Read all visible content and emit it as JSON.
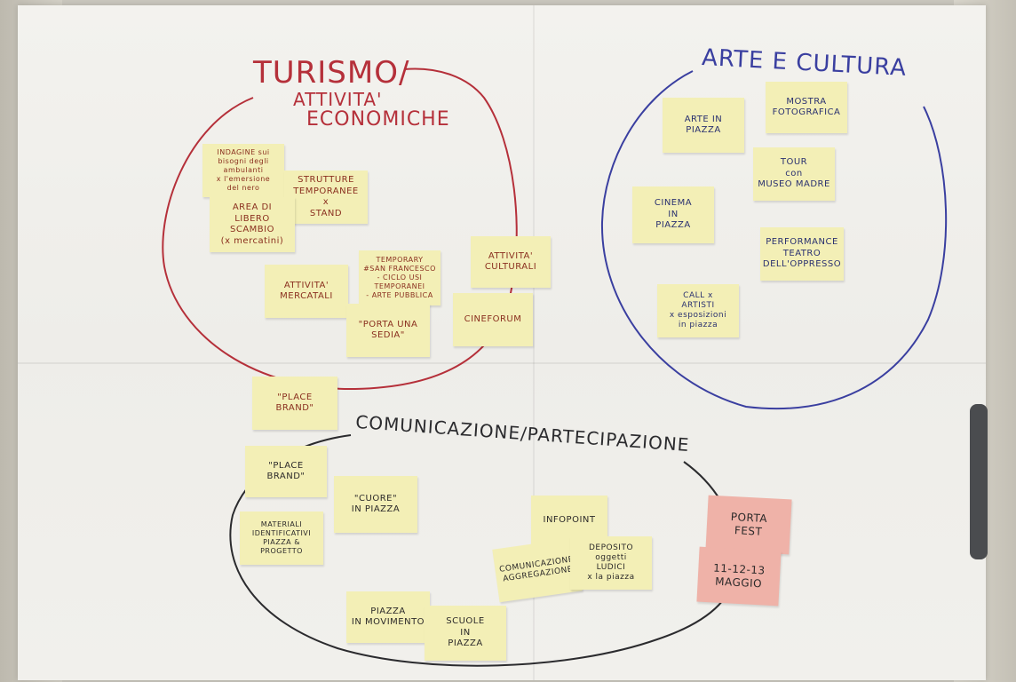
{
  "headings": {
    "turismo": "TURISMO/",
    "attivita": "ATTIVITA'",
    "economiche": "ECONOMICHE",
    "arte_cultura": "ARTE E CULTURA",
    "comunicazione": "COMUNICAZIONE/PARTECIPAZIONE"
  },
  "notes": {
    "indagine": "INDAGINE sui\nbisogni degli\nambulanti\nx l'emersione\ndel nero",
    "strutture": "STRUTTURE\nTEMPORANEE\nx\nSTAND",
    "area_libero": "AREA DI\nLIBERO\nSCAMBIO\n(x mercatini)",
    "attivita_mercatali": "ATTIVITA'\nMERCATALI",
    "temporary": "TEMPORARY\n#SAN FRANCESCO\n- CICLO USI\nTEMPORANEI\n- ARTE PUBBLICA",
    "attivita_culturali": "ATTIVITA'\nCULTURALI",
    "porta_sedia": "\"PORTA UNA\nSEDIA\"",
    "cineforum": "CINEFORUM",
    "place_brand_1": "\"PLACE\nBRAND\"",
    "arte_piazza": "ARTE IN\nPIAZZA",
    "mostra": "MOSTRA\nFOTOGRAFICA",
    "tour": "TOUR\ncon\nMUSEO MADRE",
    "cinema": "CINEMA\nIN\nPIAZZA",
    "performance": "PERFORMANCE\nTEATRO\nDELL'OPPRESSO",
    "call": "CALL x\nARTISTI\nx esposizioni\nin piazza",
    "place_brand_2": "\"PLACE\nBRAND\"",
    "cuore": "\"CUORE\"\nIN PIAZZA",
    "materiali": "MATERIALI\nIDENTIFICATIVI\nPIAZZA &\nPROGETTO",
    "infopoint": "INFOPOINT",
    "comunicazione_aggregazione": "COMUNICAZIONE\nAGGREGAZIONE",
    "deposito": "DEPOSITO\noggetti\nLUDICI\nx la piazza",
    "porta_fest": "PORTA\nFEST",
    "date": "11-12-13\nMAGGIO",
    "piazza_movimento": "PIAZZA\nIN MOVIMENTO",
    "scuole": "SCUOLE\nIN\nPIAZZA"
  },
  "colors": {
    "red_marker": "#b5303a",
    "blue_marker": "#3a3fa0",
    "black_marker": "#2b2b2e",
    "sticky_yellow": "#f3efb6",
    "sticky_pink": "#efb2a8"
  }
}
